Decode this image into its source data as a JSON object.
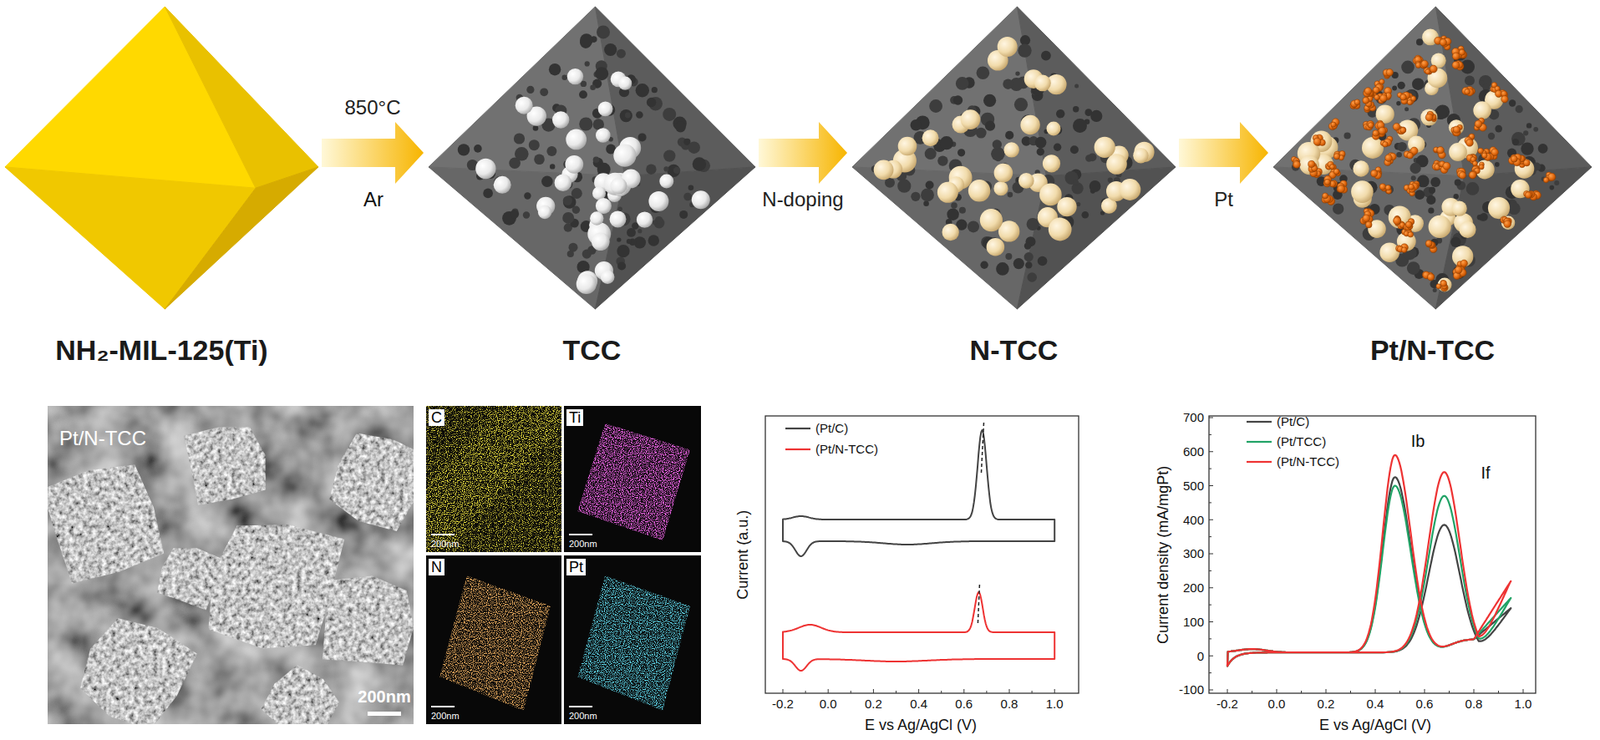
{
  "diagram": {
    "nodes": [
      {
        "text": [
          "NH₂-MIL-125(Ti)"
        ]
      },
      {
        "text": [
          "TCC"
        ]
      },
      {
        "text": [
          "N-TCC"
        ]
      },
      {
        "text": [
          "Pt/N-TCC"
        ]
      }
    ],
    "edges": [
      {
        "from": 0,
        "to": 1,
        "arrow": "to",
        "label": "850°C"
      },
      {
        "from": 1,
        "to": 2,
        "arrow": "to",
        "label": "N-doping"
      },
      {
        "from": 2,
        "to": 3,
        "arrow": "to",
        "label": "Pt"
      }
    ],
    "labels": [
      "Ar",
      "Pt/N-TCC",
      "200nm",
      "C",
      "200nm",
      "Ti",
      "200nm",
      "N",
      "200nm",
      "Pt",
      "200nm",
      "Current (a.u.)",
      "-0.2",
      "0.0",
      "0.2",
      "0.4",
      "0.6",
      "0.8",
      "1.0",
      "E vs Ag/AgCl (V)",
      "Current density (mA/mgPt)",
      "700",
      "600",
      "500",
      "400",
      "300",
      "200",
      "100",
      "0",
      "-100",
      "-0.2",
      "0.0",
      "0.2",
      "0.4",
      "0.6",
      "0.8",
      "1.0",
      "E vs Ag/AgCl (V)",
      "Ib",
      "If"
    ],
    "legend": [
      {
        "text": "(Pt/C)"
      },
      {
        "text": "(Pt/N-TCC)"
      },
      {
        "text": "(Pt/C)"
      },
      {
        "text": "(Pt/TCC)"
      },
      {
        "text": "(Pt/N-TCC)"
      }
    ]
  }
}
